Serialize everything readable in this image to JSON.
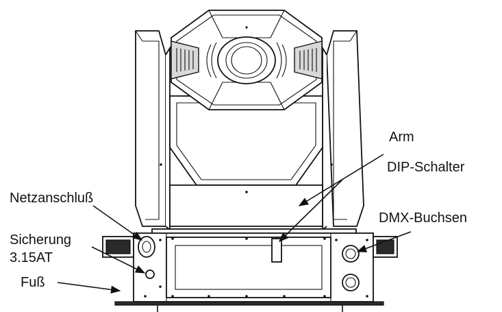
{
  "labels": {
    "arm": "Arm",
    "dip_switch": "DIP-Schalter",
    "power_connector": "Netzanschluß",
    "fuse_line1": "Sicherung",
    "fuse_line2": "3.15AT",
    "dmx_sockets": "DMX-Buchsen",
    "foot": "Fuß"
  },
  "colors": {
    "line": "#111111",
    "background": "#ffffff",
    "accent_grey": "#d9d9d9"
  }
}
